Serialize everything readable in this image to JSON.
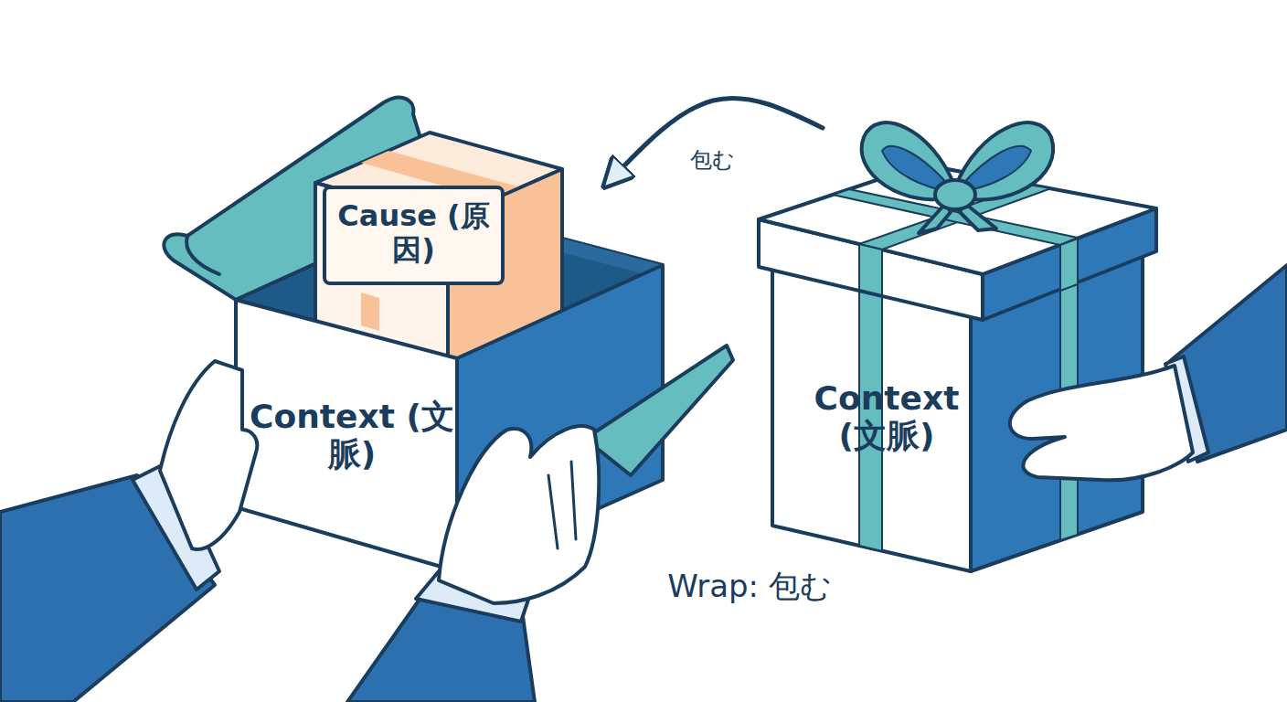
{
  "diagram": {
    "nodes": [
      {
        "text": [
          "Context (文脈)"
        ]
      },
      {
        "text": [
          "Cause (原因)"
        ],
        "in": 0
      },
      {
        "text": [
          "Context (文脈)"
        ]
      }
    ],
    "edges": [
      {
        "from": 2,
        "to": 0,
        "arrow": "to",
        "label": "包む"
      }
    ],
    "labels": [
      "Wrap: 包む"
    ]
  }
}
